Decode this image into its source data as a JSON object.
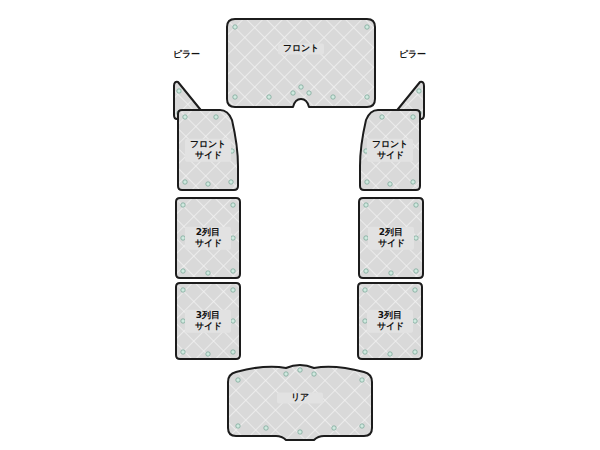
{
  "diagram": {
    "nodes": [
      {
        "text": [
          "フロント"
        ]
      },
      {
        "text": [
          "ピラー"
        ]
      },
      {
        "text": [
          "ピラー"
        ]
      },
      {
        "text": [
          "フロント サイド"
        ]
      },
      {
        "text": [
          "フロント サイド"
        ]
      },
      {
        "text": [
          "2列目 サイド"
        ]
      },
      {
        "text": [
          "2列目 サイド"
        ]
      },
      {
        "text": [
          "3列目 サイド"
        ]
      },
      {
        "text": [
          "3列目 サイド"
        ]
      },
      {
        "text": [
          "リア"
        ]
      }
    ]
  }
}
